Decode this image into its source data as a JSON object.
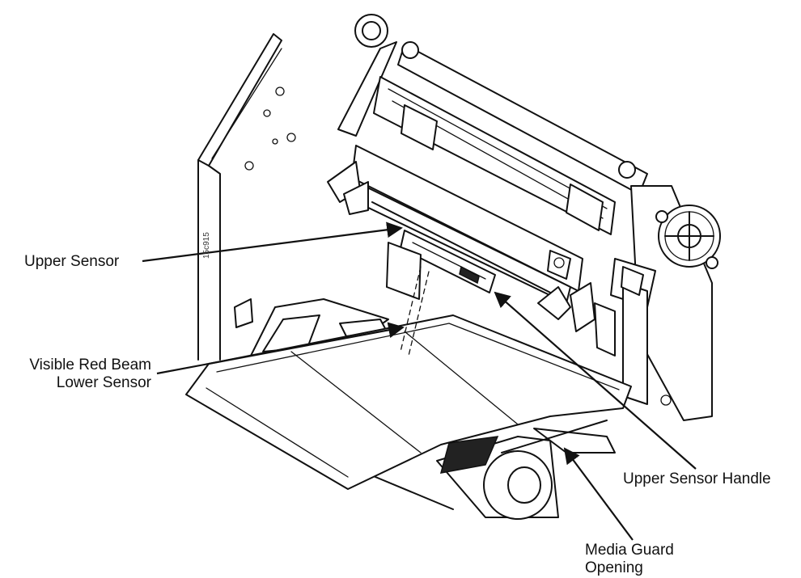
{
  "diagram": {
    "part_code": "15c915",
    "callouts": {
      "upper_sensor": "Upper Sensor",
      "red_beam_line1": "Visible Red Beam",
      "red_beam_line2": "Lower Sensor",
      "upper_sensor_handle": "Upper Sensor Handle",
      "media_guard_line1": "Media Guard",
      "media_guard_line2": "Opening"
    }
  }
}
